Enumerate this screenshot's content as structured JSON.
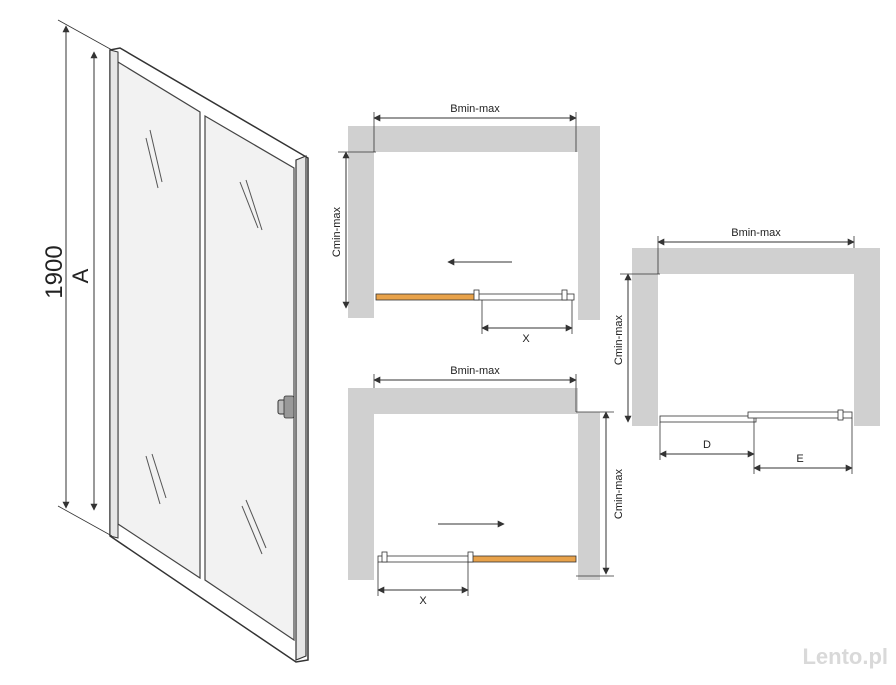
{
  "door": {
    "height_label": "1900",
    "side_label": "A"
  },
  "plan_top": {
    "width_label": "Bmin-max",
    "depth_label": "Cmin-max",
    "offset_label": "X"
  },
  "plan_bottom": {
    "width_label": "Bmin-max",
    "depth_label": "Cmin-max",
    "offset_label": "X"
  },
  "plan_right": {
    "width_label": "Bmin-max",
    "depth_label": "Cmin-max",
    "d_label": "D",
    "e_label": "E"
  },
  "watermark": "Lento.pl",
  "colors": {
    "wall": "#d0d0d0",
    "glass": "#f2f2f2",
    "frame": "#333333",
    "panel_accent": "#e8a24a"
  }
}
